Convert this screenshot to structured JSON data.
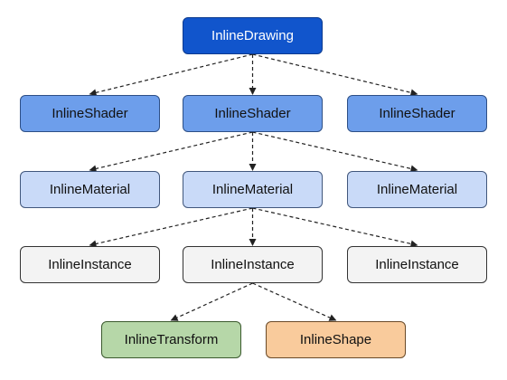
{
  "nodes": {
    "drawing": {
      "label": "InlineDrawing",
      "color": "#1155cc"
    },
    "shader_left": {
      "label": "InlineShader",
      "color": "#6d9eeb"
    },
    "shader_center": {
      "label": "InlineShader",
      "color": "#6d9eeb"
    },
    "shader_right": {
      "label": "InlineShader",
      "color": "#6d9eeb"
    },
    "material_left": {
      "label": "InlineMaterial",
      "color": "#c9daf8"
    },
    "material_center": {
      "label": "InlineMaterial",
      "color": "#c9daf8"
    },
    "material_right": {
      "label": "InlineMaterial",
      "color": "#c9daf8"
    },
    "instance_left": {
      "label": "InlineInstance",
      "color": "#f3f3f3"
    },
    "instance_center": {
      "label": "InlineInstance",
      "color": "#f3f3f3"
    },
    "instance_right": {
      "label": "InlineInstance",
      "color": "#f3f3f3"
    },
    "transform": {
      "label": "InlineTransform",
      "color": "#b6d7a8"
    },
    "shape": {
      "label": "InlineShape",
      "color": "#f9cb9c"
    }
  },
  "edges": [
    [
      "drawing",
      "shader_left"
    ],
    [
      "drawing",
      "shader_center"
    ],
    [
      "drawing",
      "shader_right"
    ],
    [
      "shader_center",
      "material_left"
    ],
    [
      "shader_center",
      "material_center"
    ],
    [
      "shader_center",
      "material_right"
    ],
    [
      "material_center",
      "instance_left"
    ],
    [
      "material_center",
      "instance_center"
    ],
    [
      "material_center",
      "instance_right"
    ],
    [
      "instance_center",
      "transform"
    ],
    [
      "instance_center",
      "shape"
    ]
  ]
}
